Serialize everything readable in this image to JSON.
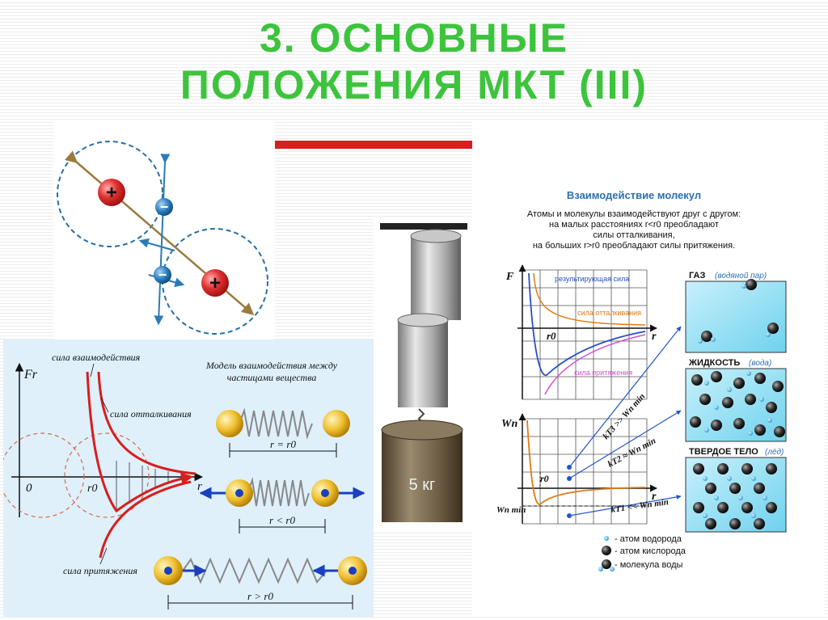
{
  "slide": {
    "title_line1": "3. ОСНОВНЫЕ",
    "title_line2": "ПОЛОЖЕНИЯ МКТ (III)",
    "colors": {
      "title": "#3cc43c",
      "accent_red": "#d81e1e",
      "light_blue_bg": "#dff0fb"
    }
  },
  "ions": {
    "plus": "+",
    "minus": "−"
  },
  "force_graph": {
    "axis_y": "Fr",
    "axis_y_sub": "r",
    "axis_x": "r",
    "origin": "0",
    "r0": "r0",
    "label_resultant": "сила взаимодействия",
    "label_repulsion": "сила отталкивания",
    "label_attraction": "сила притяжения",
    "model_title_line1": "Модель взаимодействия между",
    "model_title_line2": "частицами вещества",
    "eq_equal": "r = r0",
    "eq_less": "r < r0",
    "eq_greater": "r > r0"
  },
  "weight": {
    "label": "5 кг"
  },
  "molecules": {
    "title": "Взаимодействие молекул",
    "desc_line1": "Атомы и молекулы взаимодействуют друг с другом:",
    "desc_line2": "на малых расстояниях r<r0 преобладают",
    "desc_line3": "силы отталкивания,",
    "desc_line4": "на больших r>r0 преобладают силы притяжения.",
    "graph_F": "F",
    "graph_r": "r",
    "graph_r0": "r0",
    "curve_resultant": "результирующая сила",
    "curve_repulsion": "сила отталкивания",
    "curve_attraction": "сила притяжения",
    "graph_W": "Wn",
    "graph_Wmin": "Wn min",
    "eq_gas": "kT3 >> Wn min",
    "eq_liquid": "kT2 ≈ Wn min",
    "eq_solid": "kT1 << Wn min",
    "state_gas": "ГАЗ",
    "state_gas_note": "(водяной пар)",
    "state_liquid": "ЖИДКОСТЬ",
    "state_liquid_note": "(вода)",
    "state_solid": "ТВЕРДОЕ ТЕЛО",
    "state_solid_note": "(лёд)",
    "legend_h": "- атом водорода",
    "legend_o": "- атом кислорода",
    "legend_w": "- молекула воды"
  }
}
